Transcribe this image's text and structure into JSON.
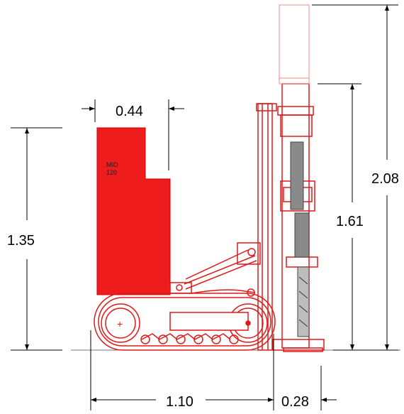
{
  "machine": {
    "label_line1": "MID",
    "label_line2": "120"
  },
  "dimensions": {
    "top_width": "0.44",
    "body_height": "1.35",
    "mast_height": "1.61",
    "total_height": "2.08",
    "track_length": "1.10",
    "mast_offset": "0.28"
  },
  "colors": {
    "machine": "#ee1c1c",
    "outline": "#e01818",
    "dimension_lines": "#000000",
    "drill_rod": "#8a8a8a"
  }
}
